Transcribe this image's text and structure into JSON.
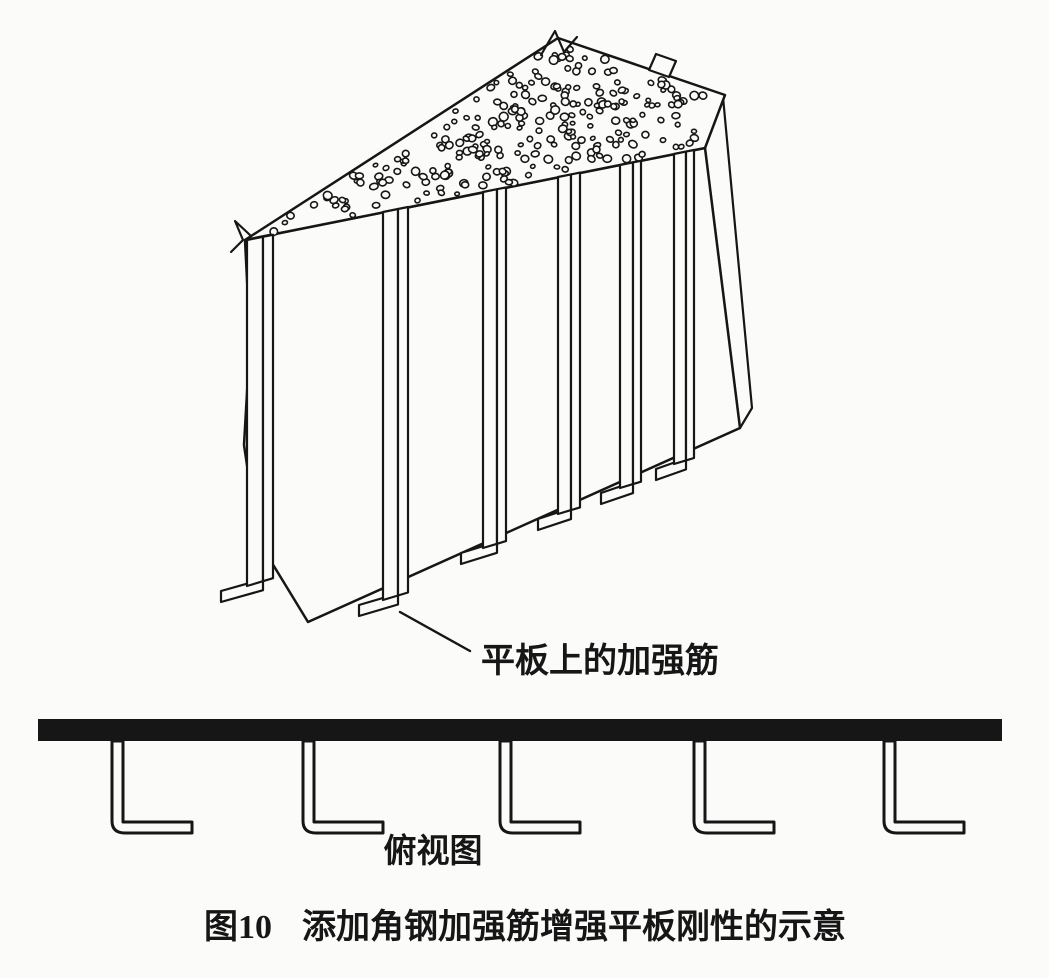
{
  "figure": {
    "rib_label": "平板上的加强筋",
    "topview_label": "俯视图",
    "caption_number": "图10",
    "caption_text": "添加角钢加强筋增强平板刚性的示意"
  },
  "drawing": {
    "ink": "#161616",
    "paper": "#fbfbf9",
    "isometric_rib_count": 6,
    "section_angle_count": 5
  }
}
